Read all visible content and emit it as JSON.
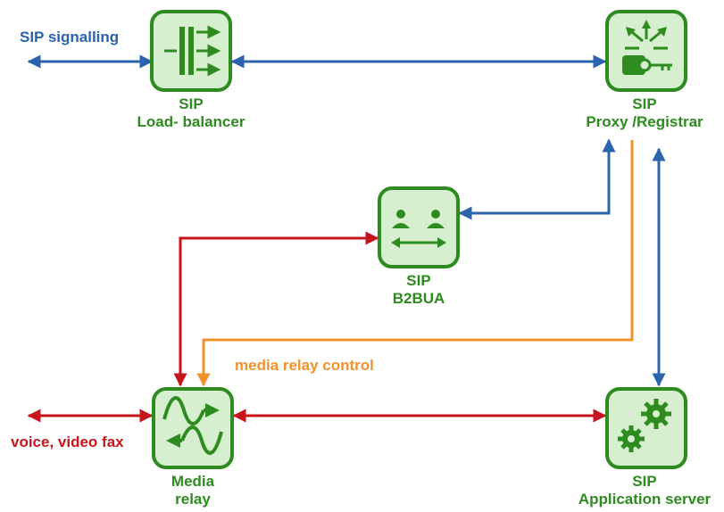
{
  "colors": {
    "node_stroke": "#2e8b1f",
    "node_fill": "#d6efce",
    "signalling": "#2b63ad",
    "media": "#c4161c",
    "control": "#f0912f",
    "label_green": "#2e8b1f"
  },
  "annotations": {
    "sip_signalling": "SIP signalling",
    "voice_video_fax": "voice, video fax",
    "media_relay_control": "media relay control"
  },
  "nodes": {
    "load_balancer": {
      "line1": "SIP",
      "line2": "Load- balancer",
      "icon": "load-balancer-icon"
    },
    "proxy_registrar": {
      "line1": "SIP",
      "line2": "Proxy /Registrar",
      "icon": "proxy-registrar-icon"
    },
    "b2bua": {
      "line1": "SIP",
      "line2": "B2BUA",
      "icon": "b2bua-icon"
    },
    "media_relay": {
      "line1": "Media",
      "line2": "relay",
      "icon": "media-relay-icon"
    },
    "application_server": {
      "line1": "SIP",
      "line2": "Application server",
      "icon": "application-server-icon"
    }
  }
}
